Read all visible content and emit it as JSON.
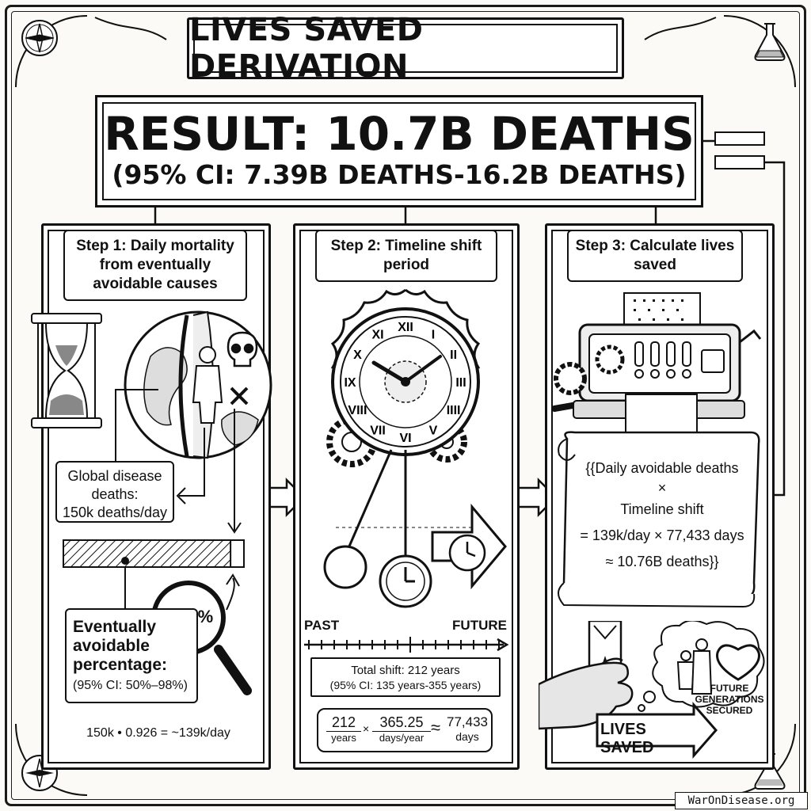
{
  "title": "LIVES SAVED DERIVATION",
  "result": {
    "main": "RESULT: 10.7B DEATHS",
    "ci": "(95% CI: 7.39B DEATHS-16.2B DEATHS)"
  },
  "step1": {
    "label": "Step 1: Daily mortality from eventually avoidable causes",
    "disease_line1": "Global disease",
    "disease_line2": "deaths:",
    "disease_line3": "150k deaths/day",
    "percent_badge": "92.6%",
    "avoidable_line1": "Eventually",
    "avoidable_line2": "avoidable",
    "avoidable_line3": "percentage:",
    "avoidable_ci": "(95% CI: 50%–98%)",
    "calc": "150k • 0.926 = ~139k/day",
    "bar_fill_fraction": 0.926
  },
  "step2": {
    "label": "Step 2: Timeline shift period",
    "past": "PAST",
    "future": "FUTURE",
    "shift_line1": "Total shift: 212 years",
    "shift_line2": "(95% CI: 135 years-355 years)",
    "eq_a": "212",
    "eq_a_unit": "years",
    "eq_op1": "×",
    "eq_b": "365.25",
    "eq_b_unit": "days/year",
    "eq_op2": "≈",
    "eq_c": "77,433",
    "eq_c_unit": "days"
  },
  "step3": {
    "label": "Step 3: Calculate lives saved",
    "scroll_line1": "{{Daily avoidable deaths",
    "scroll_line2": "×",
    "scroll_line3": "Timeline shift",
    "scroll_line4": "= 139k/day × 77,433 days",
    "scroll_line5": "≈ 10.76B deaths}}",
    "future_line1": "FUTURE",
    "future_line2": "GENERATIONS",
    "future_line3": "SECURED",
    "lives_saved": "LIVES SAVED"
  },
  "clock_numerals": [
    "XII",
    "I",
    "II",
    "III",
    "IIII",
    "V",
    "VI",
    "VII",
    "VIII",
    "IX",
    "X",
    "XI"
  ],
  "watermark": "WarOnDisease.org"
}
